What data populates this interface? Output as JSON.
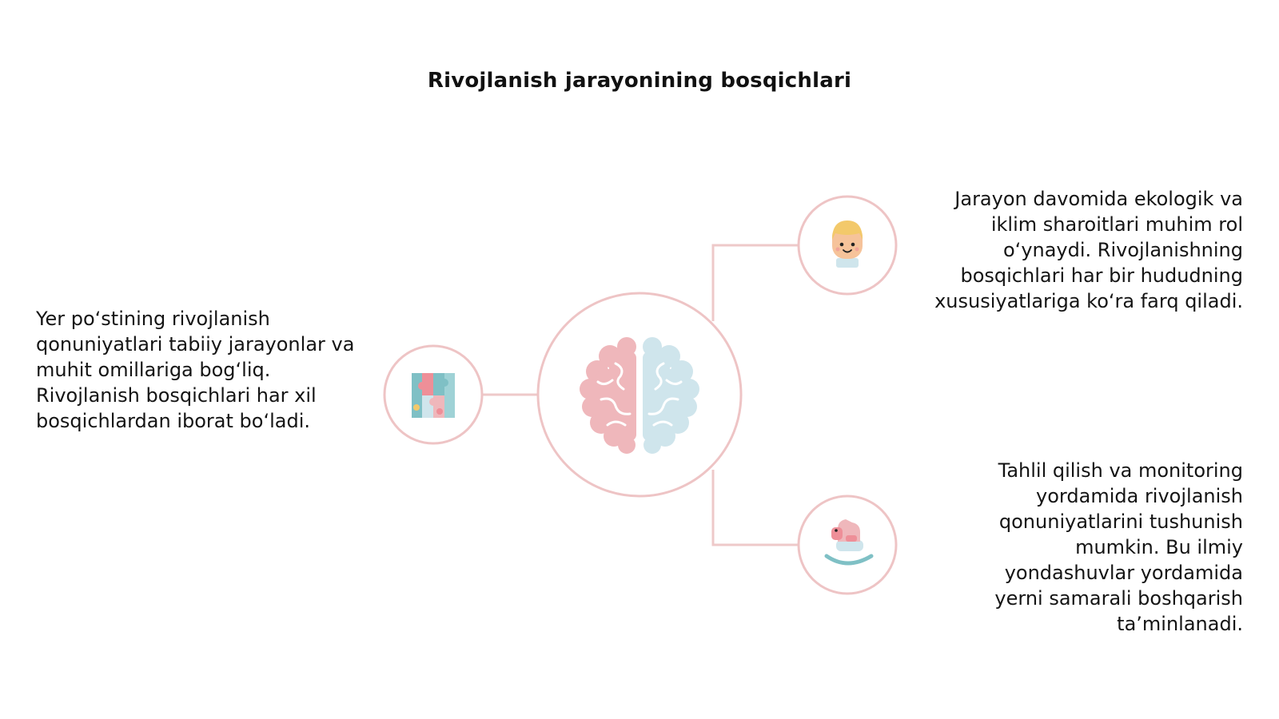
{
  "slide": {
    "title": "Rivojlanish jarayonining bosqichlari"
  },
  "colors": {
    "connector": "#eec9c9",
    "circle_stroke": "#eec4c5",
    "brain_left": "#efb7bb",
    "brain_right": "#cfe5ec",
    "icon_teal": "#7fc0c5",
    "icon_pink": "#ee8f98",
    "icon_yellow": "#f3c96a"
  },
  "center_node": {
    "icon": "brain-icon"
  },
  "nodes": [
    {
      "id": "left",
      "icon": "puzzle-icon",
      "text": "Yer po‘stining rivojlanish qonuniyatlari tabiiy jarayonlar va muhit omillariga bog‘liq. Rivojlanish bosqichlari har xil bosqichlardan iborat bo‘ladi."
    },
    {
      "id": "top-right",
      "icon": "child-face-icon",
      "text": "Jarayon davomida ekologik va iklim sharoitlari muhim rol o‘ynaydi. Rivojlanishning bosqichlari har bir hududning xususiyatlariga ko‘ra farq qiladi."
    },
    {
      "id": "bottom-right",
      "icon": "rocking-horse-icon",
      "text": "Tahlil qilish va monitoring yordamida rivojlanish qonuniyatlarini tushunish mumkin. Bu ilmiy yondashuvlar yordamida yerni samarali boshqarish ta’minlanadi."
    }
  ]
}
